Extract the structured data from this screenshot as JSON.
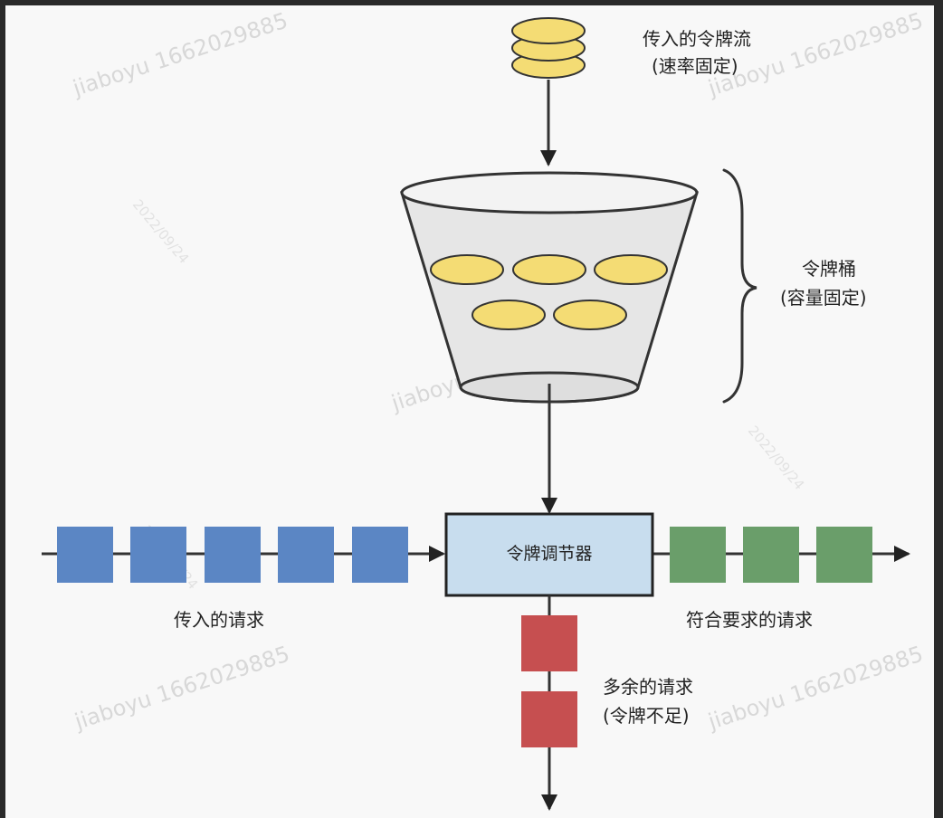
{
  "labels": {
    "incoming_tokens_line1": "传入的令牌流",
    "incoming_tokens_line2": "(速率固定)",
    "bucket_line1": "令牌桶",
    "bucket_line2": "(容量固定)",
    "regulator": "令牌调节器",
    "incoming_requests": "传入的请求",
    "conforming_requests": "符合要求的请求",
    "excess_line1": "多余的请求",
    "excess_line2": "(令牌不足)"
  },
  "watermark": {
    "text": "jiaboyu 1662029885",
    "code": "2022/09/24"
  },
  "colors": {
    "token": "#f4dc74",
    "incoming_request": "#5b86c4",
    "conforming_request": "#6a9e6a",
    "excess_request": "#c64f50",
    "regulator_fill": "#c8ddee",
    "bucket_fill": "#e6e6e6"
  },
  "counts": {
    "incoming_requests": 5,
    "conforming_requests": 3,
    "excess_requests": 2,
    "tokens_in_bucket": 5,
    "tokens_in_stream": 3
  }
}
